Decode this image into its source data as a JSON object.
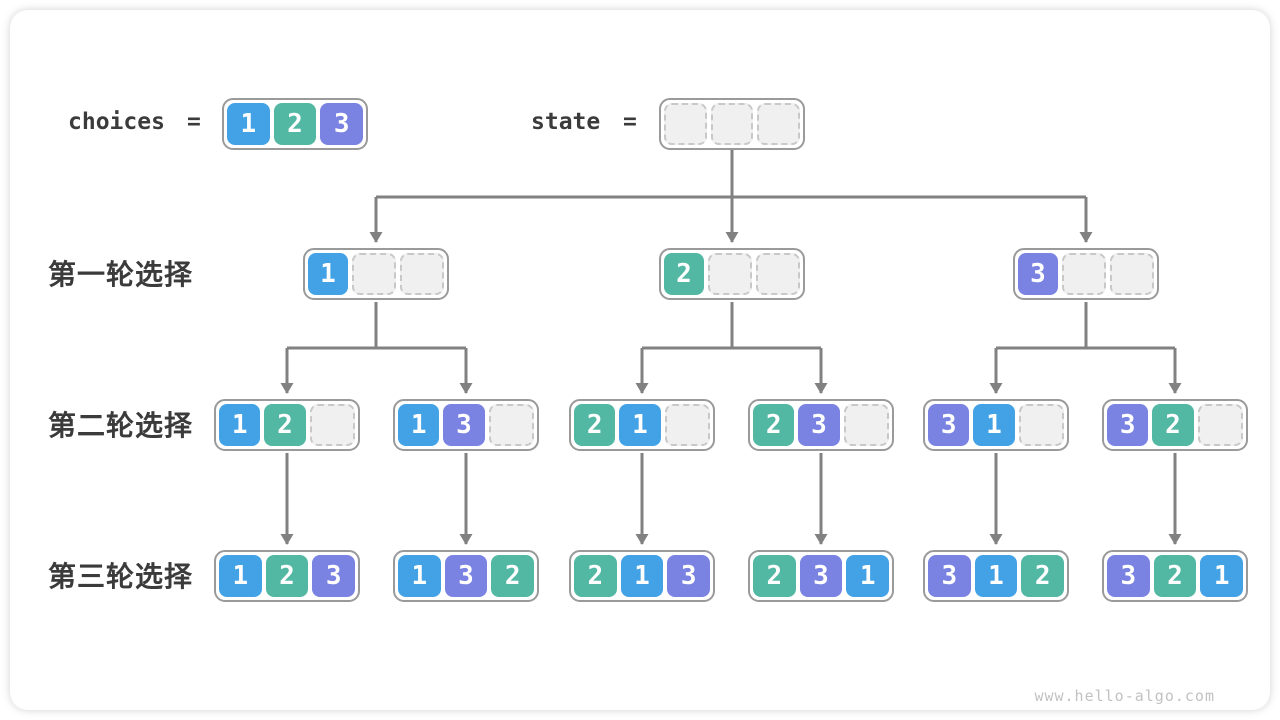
{
  "figure": {
    "watermark": "www.hello-algo.com"
  },
  "colors": {
    "choice1": "#43a2e6",
    "choice2": "#52b8a4",
    "choice3": "#7a82e2",
    "arrow": "#818181",
    "node_border": "#9a9a9a",
    "empty_fill": "#f0f0f1",
    "empty_border": "#c8c8c8",
    "text": "#3b3b3b",
    "watermark": "#c2c2c2"
  },
  "header": {
    "choices_label": "choices",
    "equals": "=",
    "choices_cells": [
      "1",
      "2",
      "3"
    ],
    "state_label": "state",
    "state_cells": [
      "",
      "",
      ""
    ]
  },
  "rows": [
    {
      "label": "第一轮选择",
      "nodes": [
        [
          "1",
          "",
          ""
        ],
        [
          "2",
          "",
          ""
        ],
        [
          "3",
          "",
          ""
        ]
      ]
    },
    {
      "label": "第二轮选择",
      "nodes": [
        [
          "1",
          "2",
          ""
        ],
        [
          "1",
          "3",
          ""
        ],
        [
          "2",
          "1",
          ""
        ],
        [
          "2",
          "3",
          ""
        ],
        [
          "3",
          "1",
          ""
        ],
        [
          "3",
          "2",
          ""
        ]
      ]
    },
    {
      "label": "第三轮选择",
      "nodes": [
        [
          "1",
          "2",
          "3"
        ],
        [
          "1",
          "3",
          "2"
        ],
        [
          "2",
          "1",
          "3"
        ],
        [
          "2",
          "3",
          "1"
        ],
        [
          "3",
          "1",
          "2"
        ],
        [
          "3",
          "2",
          "1"
        ]
      ]
    }
  ]
}
